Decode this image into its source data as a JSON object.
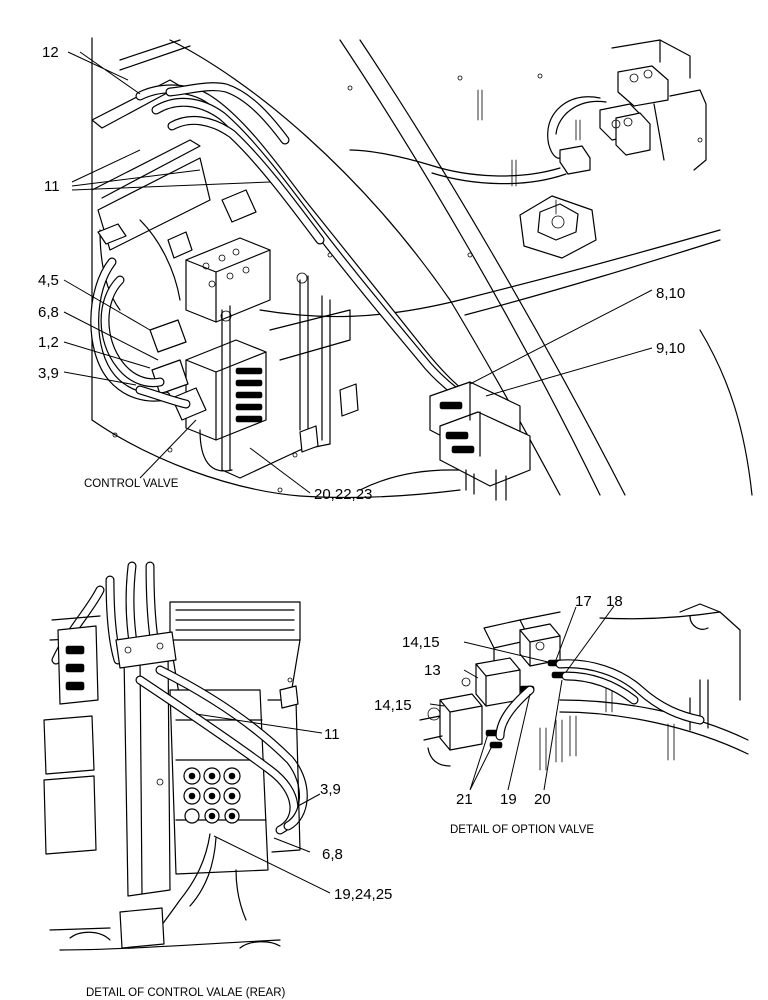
{
  "views": {
    "top": {
      "caption": "CONTROL VALVE",
      "labels": [
        "12",
        "11",
        "4,5",
        "6,8",
        "1,2",
        "3,9",
        "8,10",
        "9,10",
        "20,22,23"
      ]
    },
    "rear": {
      "caption": "DETAIL OF CONTROL VALAE (REAR)",
      "labels": [
        "11",
        "3,9",
        "6,8",
        "19,24,25"
      ]
    },
    "option": {
      "caption": "DETAIL OF OPTION VALVE",
      "labels": [
        "17",
        "18",
        "14,15",
        "13",
        "14,15",
        "21",
        "19",
        "20"
      ]
    }
  }
}
